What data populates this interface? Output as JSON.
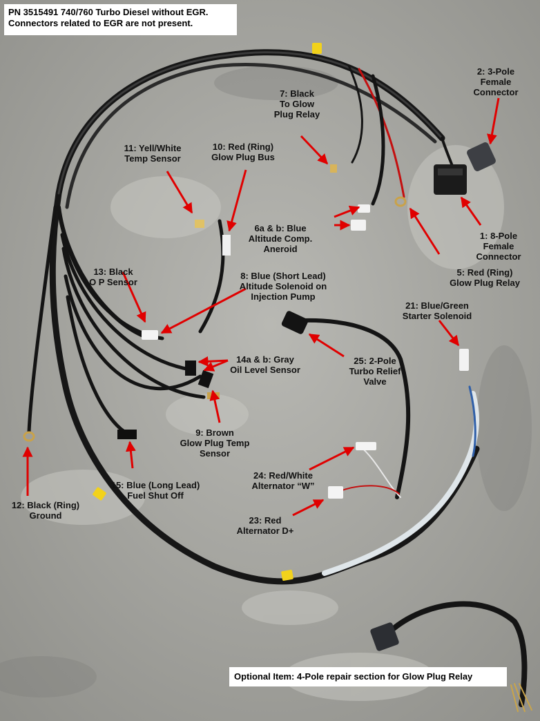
{
  "title_lines": [
    "PN 3515491 740/760 Turbo Diesel without EGR.",
    "Connectors related to EGR are not present."
  ],
  "optional_note": "Optional Item: 4-Pole repair section for Glow Plug Relay",
  "labels": [
    {
      "id": "l2",
      "lines": [
        "2: 3-Pole",
        "Female",
        "Connector"
      ]
    },
    {
      "id": "l7",
      "lines": [
        "7: Black",
        "To Glow",
        "Plug Relay"
      ]
    },
    {
      "id": "l11",
      "lines": [
        "11: Yell/White",
        "Temp Sensor"
      ]
    },
    {
      "id": "l10",
      "lines": [
        "10: Red (Ring)",
        "Glow Plug Bus"
      ]
    },
    {
      "id": "l6",
      "lines": [
        "6a & b: Blue",
        "Altitude Comp.",
        "Aneroid"
      ]
    },
    {
      "id": "l1",
      "lines": [
        "1: 8-Pole",
        "Female",
        "Connector"
      ]
    },
    {
      "id": "l5",
      "lines": [
        "5: Red (Ring)",
        "Glow Plug Relay"
      ]
    },
    {
      "id": "l13",
      "lines": [
        "13: Black",
        "O P Sensor"
      ]
    },
    {
      "id": "l8",
      "lines": [
        "8: Blue (Short Lead)",
        "Altitude Solenoid on",
        "Injection Pump"
      ]
    },
    {
      "id": "l21",
      "lines": [
        "21: Blue/Green",
        "Starter Solenoid"
      ]
    },
    {
      "id": "l14",
      "lines": [
        "14a & b: Gray",
        "Oil Level Sensor"
      ]
    },
    {
      "id": "l25",
      "lines": [
        "25: 2-Pole",
        "Turbo Relief",
        "Valve"
      ]
    },
    {
      "id": "l9",
      "lines": [
        "9: Brown",
        "Glow Plug Temp",
        "Sensor"
      ]
    },
    {
      "id": "l24",
      "lines": [
        "24: Red/White",
        "Alternator “W”"
      ]
    },
    {
      "id": "l15",
      "lines": [
        "15: Blue (Long Lead)",
        "Fuel Shut Off"
      ]
    },
    {
      "id": "l12",
      "lines": [
        "12: Black (Ring)",
        "Ground"
      ]
    },
    {
      "id": "l23",
      "lines": [
        "23: Red",
        "Alternator D+"
      ]
    }
  ]
}
